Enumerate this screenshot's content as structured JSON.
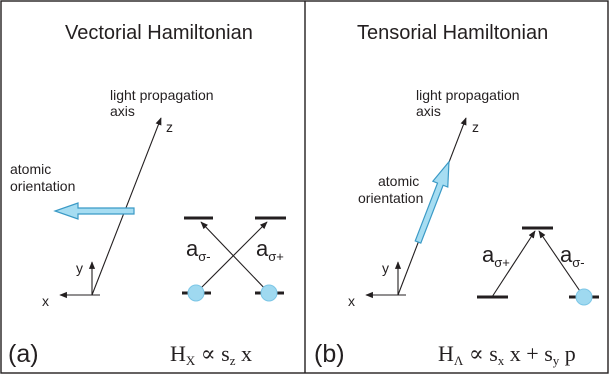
{
  "panel_a": {
    "title": "Vectorial Hamiltonian",
    "propagation_line1": "light propagation",
    "propagation_line2": "axis",
    "orientation_line1": "atomic",
    "orientation_line2": "orientation",
    "axis_z": "z",
    "axis_y": "y",
    "axis_x": "x",
    "coupling_minus_base": "a",
    "coupling_minus_sub": "σ-",
    "coupling_plus_base": "a",
    "coupling_plus_sub": "σ+",
    "panel_label": "(a)",
    "formula_base": "H",
    "formula_sub": "X",
    "formula_rest": " ∝ s",
    "formula_sub2": "z",
    "formula_end": " x"
  },
  "panel_b": {
    "title": "Tensorial Hamiltonian",
    "propagation_line1": "light propagation",
    "propagation_line2": "axis",
    "orientation_line1": "atomic",
    "orientation_line2": "orientation",
    "axis_z": "z",
    "axis_y": "y",
    "axis_x": "x",
    "coupling_plus_base": "a",
    "coupling_plus_sub": "σ+",
    "coupling_minus_base": "a",
    "coupling_minus_sub": "σ-",
    "panel_label": "(b)",
    "formula_base": "H",
    "formula_sub": "Λ",
    "formula_rest": " ∝ s",
    "formula_sub2": "x",
    "formula_mid": " x + s",
    "formula_sub3": "y",
    "formula_end": " p"
  },
  "colors": {
    "ink": "#231f20",
    "atom_fill": "#9fd9f0",
    "orientation_arrow": "#a6ddf2",
    "orientation_arrow_edge": "#3b9ac6"
  }
}
